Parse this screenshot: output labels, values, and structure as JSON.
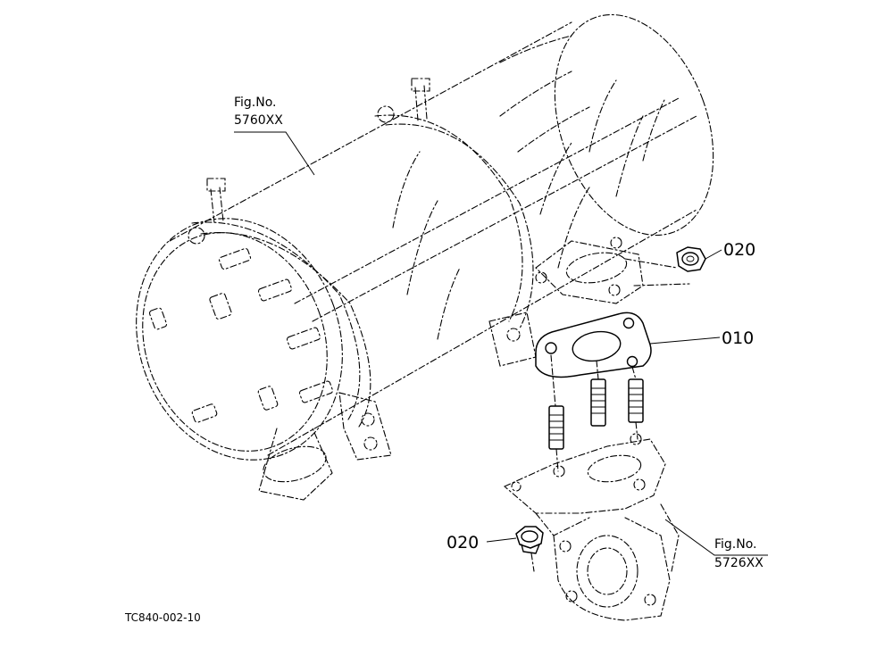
{
  "labels": {
    "fig_dpf": {
      "line1": "Fig.No.",
      "line2": "5760XX"
    },
    "fig_mount": {
      "line1": "Fig.No.",
      "line2": "5726XX"
    },
    "part_nut_top": "020",
    "part_gasket": "010",
    "part_nut_bottom": "020",
    "drawing_code": "TC840-002-10"
  }
}
